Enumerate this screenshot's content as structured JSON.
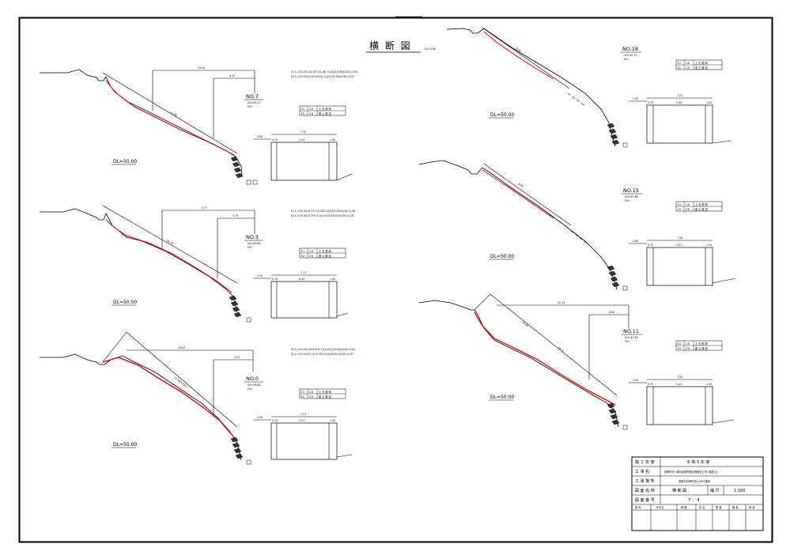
{
  "sheet_title": "横 断 図",
  "scale_note": "S=1:100",
  "sections": [
    {
      "id": "no7",
      "name": "NO.7",
      "sub": [
        "GH=62.27",
        "FH="
      ],
      "dl": "DL=50.00",
      "formulas": [
        "E1 L=(19.50-(10.50+10.16) ×1/2)/19.50×4.00=1.00",
        "E2 L=(19.50-(4.10+6.50) ×1/2)/19.50×4.50=3.21"
      ],
      "dims": [
        "19.00",
        "4.10",
        "22.89"
      ],
      "road_dims": [
        "2.80",
        "7.32",
        "0.70",
        "5.41",
        "1.00"
      ],
      "legend": [
        [
          "E1",
          "2.8",
          "土 石 掘 削"
        ],
        [
          "E2",
          "2.8",
          "盛 土 搬 送"
        ]
      ]
    },
    {
      "id": "no3",
      "name": "NO.3",
      "sub": [
        "GH=60.60",
        "FH="
      ],
      "dl": "DL=50.00",
      "formulas": [
        "E1 L=(19.50-(9.77+10.00))×1/2/19.50×4.00=1.06",
        "E2 L=(19.50-(3.75+4.14))×1/2/19.50×4.50=3.16"
      ],
      "dims": [
        "9.77",
        "3.75",
        "20.70"
      ],
      "road_dims": [
        "2.50",
        "7.17",
        "0.70",
        "6.42",
        "1.00"
      ],
      "legend": [
        [
          "E1",
          "2.8",
          "土 石 掘 削"
        ],
        [
          "E2",
          "2.8",
          "盛 土 搬 送"
        ]
      ]
    },
    {
      "id": "no0",
      "name": "NO.0",
      "sub": [
        "GH=66.62",
        "FH="
      ],
      "dl": "DL=50.00",
      "formulas": [
        "E1 L=(19.50-(10.83+9.71)×1/2)/19.50×4.00=1.41",
        "E2 L=(19.50-(3.13+2.75)×1/2)/19.50×4.50=2.47"
      ],
      "dims": [
        "10.83",
        "3.13",
        "21.99(19.83)"
      ],
      "road_dims": [
        "2.50",
        "7.27",
        "0.70",
        "5.53",
        "1.00"
      ],
      "legend": [
        [
          "E1",
          "2.8",
          "土 石 掘 削"
        ],
        [
          "E2",
          "2.8",
          "盛 土 搬 送"
        ]
      ]
    },
    {
      "id": "no18",
      "name": "NO.18",
      "sub": [
        "GH=67.11",
        "FH="
      ],
      "dl": "DL=50.00",
      "dims": [
        "8.90"
      ],
      "road_dims": [
        "2.50",
        "7.24",
        "0.70",
        "5.49",
        "1.00"
      ],
      "legend": [
        [
          "E1",
          "2.8",
          "土 石 掘 削"
        ],
        [
          "E2",
          "2.8",
          "盛 土 搬 送"
        ]
      ]
    },
    {
      "id": "no15",
      "name": "NO.15",
      "sub": [
        "GH=67.66",
        "FH="
      ],
      "dl": "DL=50.00",
      "dims": [
        "8.90"
      ],
      "road_dims": [
        "2.80",
        "7.28",
        "0.70",
        "5.51",
        "1.00"
      ],
      "legend": [
        [
          "E1",
          "2.8",
          "土 石 掘 削"
        ],
        [
          "E2",
          "2.8",
          "盛 土 搬 送"
        ]
      ]
    },
    {
      "id": "no11",
      "name": "NO.11",
      "sub": [
        "GH=67.60",
        "FH="
      ],
      "dl": "DL=50.00",
      "dims": [
        "10.15",
        "8.90",
        "20.80",
        "16.72"
      ],
      "road_dims": [
        "2.50",
        "7.22",
        "0.70",
        "5.41",
        "1.00"
      ],
      "legend": [
        [
          "E1",
          "2.8",
          "土 石 掘 削"
        ],
        [
          "E2",
          "2.8",
          "盛 土 搬 送"
        ]
      ]
    }
  ],
  "title_block": {
    "rows": [
      {
        "label": "施 工 年 度",
        "value": "令 和 5 年 度"
      },
      {
        "label": "工 事 名",
        "value": "宮崎市天ヶ城公園体育館法面復旧工事 (施設工)"
      },
      {
        "label": "工 事 場 所",
        "value": "宮崎市高岡町内山2601番地"
      },
      {
        "label": "図 面 名 称",
        "value": "横 断 図",
        "extra_label": "縮 尺",
        "extra_value": "1:100"
      },
      {
        "label": "図 面 番 号",
        "value": "7 ／ 4"
      }
    ],
    "sign_cols": [
      "番 号",
      "年月日",
      "摘 要",
      "担 当",
      "照 査",
      "審 査",
      "承 認"
    ]
  }
}
